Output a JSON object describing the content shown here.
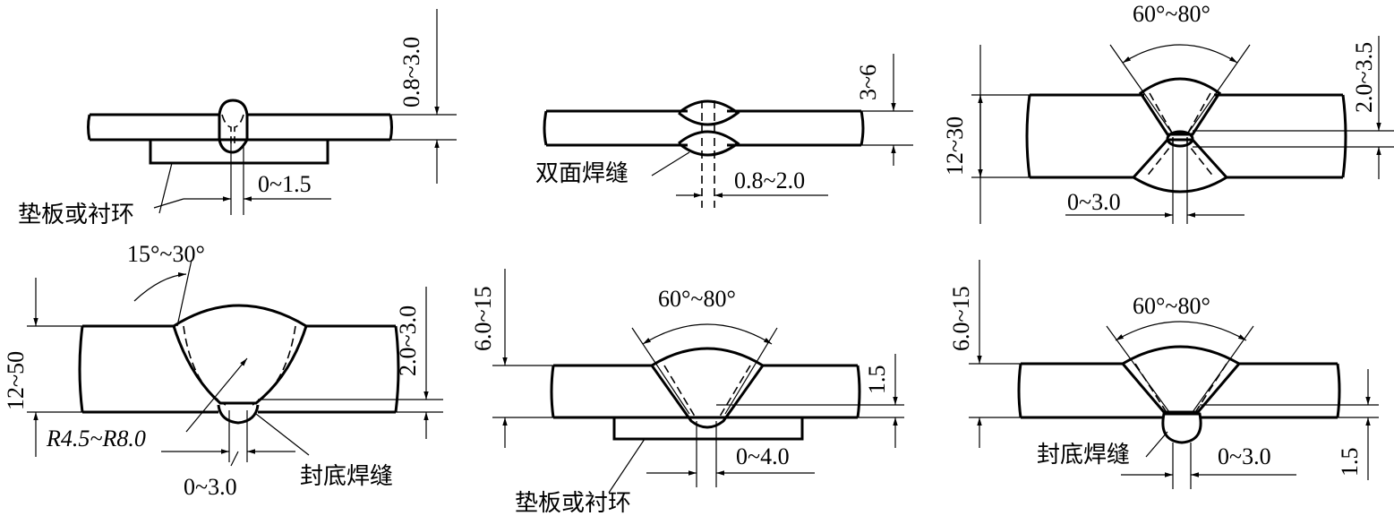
{
  "labels": {
    "d1_thickness": "0.8~3.0",
    "d1_gap": "0~1.5",
    "d1_backing": "垫板或衬环",
    "d2_thickness": "3~6",
    "d2_gap": "0.8~2.0",
    "d2_weld": "双面焊缝",
    "d3_angle": "60°~80°",
    "d3_thickness": "12~30",
    "d3_root": "2.0~3.5",
    "d3_gap": "0~3.0",
    "d4_angle": "15°~30°",
    "d4_thickness": "12~50",
    "d4_root": "2.0~3.0",
    "d4_radius": "R4.5~R8.0",
    "d4_gap": "0~3.0",
    "d4_backweld": "封底焊缝",
    "d5_angle": "60°~80°",
    "d5_thickness": "6.0~15",
    "d5_root": "1.5",
    "d5_gap": "0~4.0",
    "d5_backing": "垫板或衬环",
    "d6_angle": "60°~80°",
    "d6_thickness": "6.0~15",
    "d6_root": "1.5",
    "d6_gap": "0~3.0",
    "d6_backweld": "封底焊缝"
  }
}
